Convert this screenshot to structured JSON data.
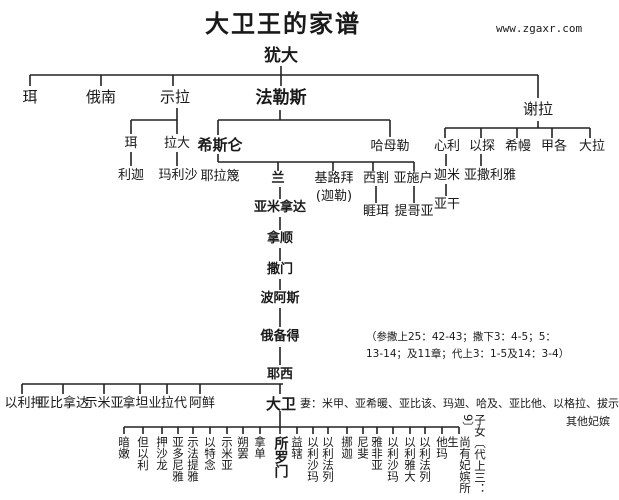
{
  "title": "大卫王的家谱",
  "watermark": "www.zgaxr.com",
  "root": "犹大",
  "judah_sons": [
    "珥",
    "俄南",
    "示拉",
    "法勒斯",
    "谢拉"
  ],
  "shelah_line": {
    "sons": [
      "珥",
      "拉大"
    ],
    "grandsons": [
      "利迦",
      "玛利沙"
    ]
  },
  "perez_sons": [
    "希斯仑",
    "哈母勒"
  ],
  "hezron_sons": [
    "耶拉篾",
    "兰",
    "基路拜",
    "西割",
    "亚施户"
  ],
  "caleb_alias": "(迦勒)",
  "segub_son": "睚珥",
  "ashhur_son": "提哥亚",
  "zerah_sons": [
    "心利",
    "以探",
    "希幔",
    "甲各",
    "大拉"
  ],
  "zimri_line": [
    "迦米",
    "亚干"
  ],
  "ethan_son": "亚撒利雅",
  "main_line": [
    "亚米拿达",
    "拿顺",
    "撒门",
    "波阿斯",
    "俄备得",
    "耶西"
  ],
  "notes": [
    "（参撒上25：42-43；撒下3：4-5；5：",
    "13-14；及11章；代上3：1-5及14：3-4）"
  ],
  "jesse_sons": [
    "以利押",
    "亚比拿达",
    "示米亚",
    "拿坦业",
    "拉代",
    "阿鲜",
    "大卫"
  ],
  "wives": "妻：米甲、亚希暖、亚比该、玛迦、哈及、亚比他、以格拉、拔示巴",
  "other_concubines": "其他妃嫔",
  "david_children": [
    "暗嫩",
    "但以利",
    "押沙龙",
    "亚多尼雅",
    "示法提雅",
    "以特念",
    "示米亚",
    "朔罢",
    "拿单",
    "所罗门",
    "益辖",
    "以利沙玛",
    "以利法列",
    "挪迦",
    "尼斐",
    "雅非亚",
    "以利沙玛",
    "以利雅大",
    "以利法列",
    "他玛",
    "尚有妃嫔所生"
  ],
  "children_note": "子女〔代上三：9〕"
}
